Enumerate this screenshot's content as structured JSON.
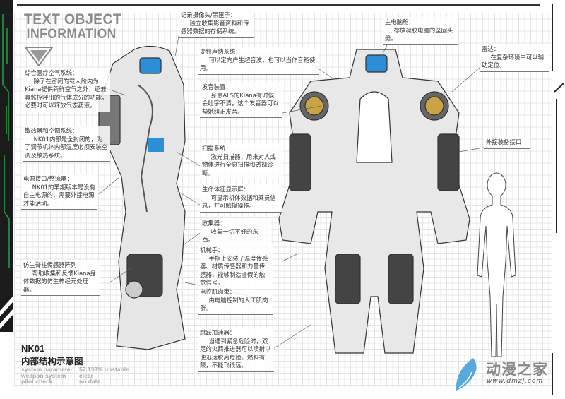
{
  "header": {
    "title_line1": "TEXT OBJECT",
    "title_line2": "INFORMATION"
  },
  "callouts": [
    {
      "heading": "综合医疗空气系统：",
      "body": "除了在密闭的载人舱内为Kiana提供新鲜空气之外，还兼具监控呼出的气体成分的功能，必要时可以释放气态药液。"
    },
    {
      "heading": "散热器和空调系统：",
      "body": "NK01内部是全封闭的，为了调节机体内部温度必须安装空调及散热系统。"
    },
    {
      "heading": "电源接口/整流器：",
      "body": "NK01的早期版本是没有自主电源的，需要外接电源才能活动。"
    },
    {
      "heading": "仿生脊柱传感器阵列：",
      "body": "帮助收集和反馈Kiana身体数据的仿生神经元处理器。"
    },
    {
      "heading": "记录摄像头/黑匣子：",
      "body": "独立收集影音资料和传感器数据的存储系统。"
    },
    {
      "heading": "变频声纳系统：",
      "body": "可以定向产生超音波，也可以当作音箱使用。"
    },
    {
      "heading": "发音装置：",
      "body": "身患ALS的Kiana有时候会吐字不清，这个发音器可以帮她纠正发音。"
    },
    {
      "heading": "扫描系统：",
      "body": "激光扫描器，用来对人或物体进行全息扫描和透视诊断。"
    },
    {
      "heading": "生命体征显示屏：",
      "body": "可显示机体数据和乘员信息，并可触摸操作。"
    },
    {
      "heading": "收集器：",
      "body": "收集一切不好的东西。"
    },
    {
      "heading": "机械手：",
      "body": "手指上安装了温度传感器、材质传感器和力量传感器，能够制造虚假的触觉信号。"
    },
    {
      "heading": "电控肌肉束：",
      "body": "由电脑控制的人工肌肉群。"
    },
    {
      "heading": "跳跃加速器：",
      "body": "当遇到紧急危险时，双足的火箭推进器可以喷射以便迅速脱离危险。燃料有限，不能飞很远。"
    },
    {
      "heading": "主电脑舱：",
      "body": "存放凝胶电脑的坚固头舱。"
    },
    {
      "heading": "雷达：",
      "body": "在复杂环境中可以辅助定位。"
    },
    {
      "heading": "外接装备接口",
      "body": ""
    }
  ],
  "footer": {
    "model": "NK01",
    "subtitle": "内部结构示意图",
    "status_labels": [
      "system parameter",
      "weapon system",
      "pilot check"
    ],
    "status_values": [
      "57.139% unstable",
      "clear",
      "no data"
    ]
  },
  "watermark": {
    "name": "动漫之家",
    "url": "www.dmzj.com"
  },
  "colors": {
    "accent_blue": "#2a8fd6",
    "grid": "#e4e4e4",
    "strip_green": "#1fa34a"
  }
}
